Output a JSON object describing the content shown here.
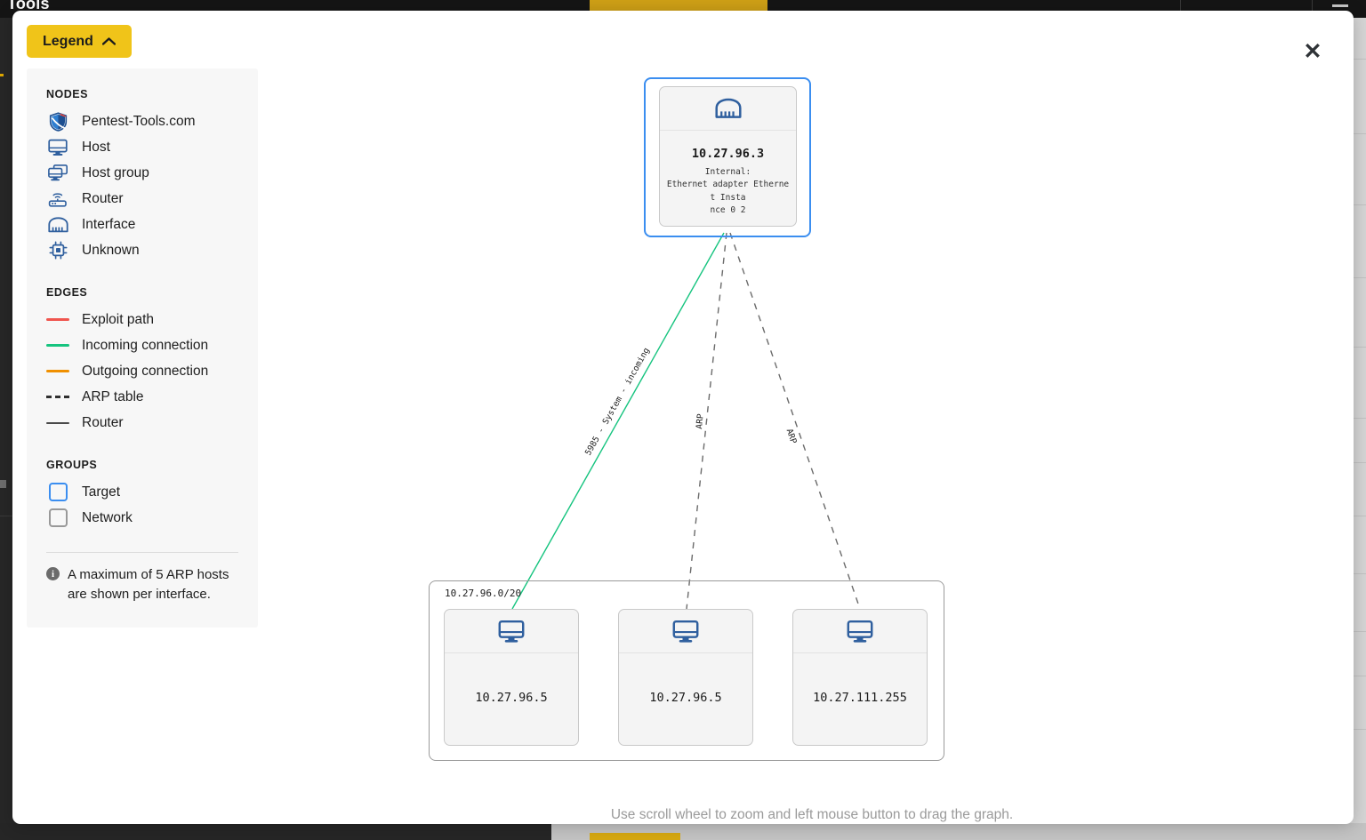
{
  "background": {
    "topbar_title": "Tools",
    "window_control": "minimize-control"
  },
  "modal": {
    "close_label": "✕"
  },
  "legend": {
    "button_label": "Legend",
    "button_icon": "chevron-up-icon",
    "button_color": "#f0c419",
    "sections": [
      {
        "title": "NODES",
        "items": [
          {
            "label": "Pentest-Tools.com",
            "icon": "shield-icon"
          },
          {
            "label": "Host",
            "icon": "monitor-icon"
          },
          {
            "label": "Host group",
            "icon": "monitor-group-icon"
          },
          {
            "label": "Router",
            "icon": "router-icon"
          },
          {
            "label": "Interface",
            "icon": "ethernet-port-icon"
          },
          {
            "label": "Unknown",
            "icon": "chip-icon"
          }
        ]
      },
      {
        "title": "EDGES",
        "items": [
          {
            "label": "Exploit path",
            "icon": "line-swatch-icon",
            "color": "#f0554e",
            "style": "solid"
          },
          {
            "label": "Incoming connection",
            "icon": "line-swatch-icon",
            "color": "#16c47f",
            "style": "solid"
          },
          {
            "label": "Outgoing connection",
            "icon": "line-swatch-icon",
            "color": "#f09000",
            "style": "solid"
          },
          {
            "label": "ARP table",
            "icon": "dashed-line-swatch-icon",
            "color": "#2f2f2f",
            "style": "dashed"
          },
          {
            "label": "Router",
            "icon": "line-swatch-icon",
            "color": "#4a4a4a",
            "style": "solid"
          }
        ]
      },
      {
        "title": "GROUPS",
        "items": [
          {
            "label": "Target",
            "icon": "square-outline-icon",
            "color": "#3b8ef0"
          },
          {
            "label": "Network",
            "icon": "square-outline-icon",
            "color": "#999999"
          }
        ]
      }
    ],
    "note_icon": "info-icon",
    "note_text": "A maximum of 5 ARP hosts are shown per interface."
  },
  "graph": {
    "hint": "Use scroll wheel to zoom and left mouse button to drag the graph.",
    "target_group": {
      "name": "target-group",
      "type": "Target",
      "border_color": "#3b8ef0",
      "label": ""
    },
    "network_group": {
      "name": "network-group",
      "type": "Network",
      "border_color": "#9a9a9a",
      "label": "10.27.96.0/20"
    },
    "nodes": [
      {
        "id": "interface-node",
        "icon": "ethernet-port-icon",
        "title": "10.27.96.3",
        "subtitle": "Internal:\nEthernet adapter Ethernet Insta\nnce 0 2"
      },
      {
        "id": "host-node-1",
        "icon": "monitor-icon",
        "title": "10.27.96.5",
        "subtitle": ""
      },
      {
        "id": "host-node-2",
        "icon": "monitor-icon",
        "title": "10.27.96.5",
        "subtitle": ""
      },
      {
        "id": "host-node-3",
        "icon": "monitor-icon",
        "title": "10.27.111.255",
        "subtitle": ""
      }
    ],
    "edges": [
      {
        "id": "edge-incoming",
        "label": "5985 - System - incoming",
        "style": "solid",
        "color": "#16c47f"
      },
      {
        "id": "edge-arp-1",
        "label": "ARP",
        "style": "dashed",
        "color": "#6b6b6b"
      },
      {
        "id": "edge-arp-2",
        "label": "ARP",
        "style": "dashed",
        "color": "#6b6b6b"
      }
    ]
  }
}
